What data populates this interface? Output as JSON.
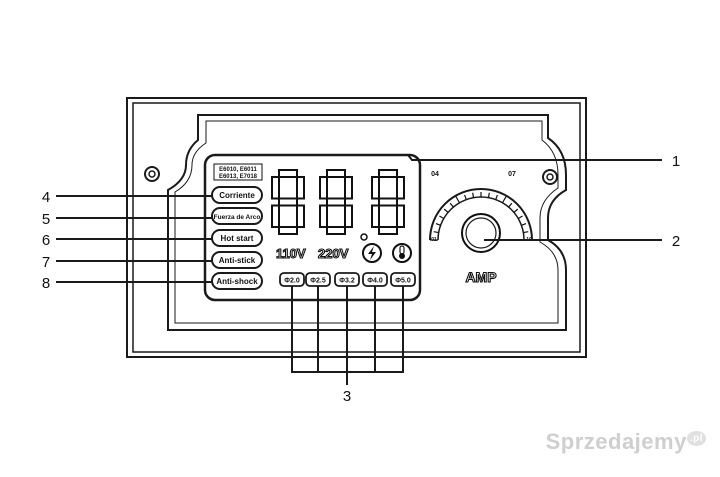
{
  "lcd": {
    "electrodes_line1": "E6010, E6011",
    "electrodes_line2": "E6013, E7018",
    "modes": [
      "Corriente",
      "Fuerza de Arco",
      "Hot start",
      "Anti-stick",
      "Anti-shock"
    ],
    "voltage_110": "110V",
    "voltage_220": "220V",
    "diameters": [
      "Φ2.0",
      "Φ2.5",
      "Φ3.2",
      "Φ4.0",
      "Φ5.0"
    ]
  },
  "dial": {
    "scale_min": "01",
    "scale_04": "04",
    "scale_07": "07",
    "scale_max": "10",
    "label": "AMP"
  },
  "callouts": [
    "1",
    "2",
    "3",
    "4",
    "5",
    "6",
    "7",
    "8"
  ],
  "watermark": {
    "text": "Sprzedajemy",
    "suffix": ".pl"
  }
}
